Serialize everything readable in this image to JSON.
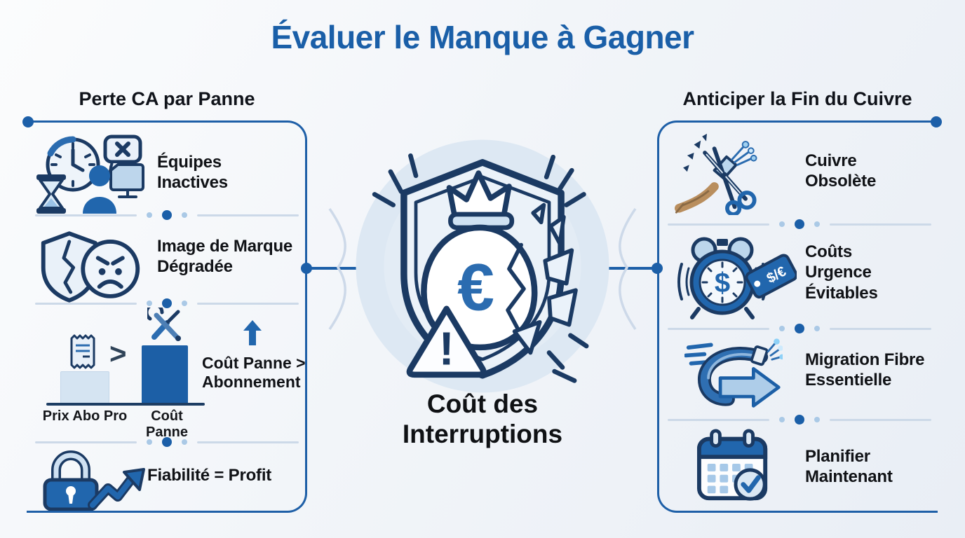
{
  "title": "Évaluer le Manque à Gagner",
  "center": {
    "label": "Coût des\nInterruptions",
    "euro_symbol": "€",
    "warning_mark": "!"
  },
  "left_panel": {
    "title": "Perte CA par Panne",
    "items": [
      {
        "icon": "idle-teams-icon",
        "label": "Équipes\nInactives"
      },
      {
        "icon": "damaged-brand-icon",
        "label": "Image de Marque\nDégradée"
      },
      {
        "icon": "lock-growth-icon",
        "label": "Fiabilité = Profit"
      }
    ],
    "chart": {
      "type": "bar",
      "categories": [
        "Prix Abo Pro",
        "Coût Panne"
      ],
      "relative_values": [
        0.45,
        0.8
      ],
      "comparison_symbol": ">",
      "annotation": "Coût Panne >\nAbonnement"
    }
  },
  "right_panel": {
    "title": "Anticiper la Fin du Cuivre",
    "clock_symbol": "$",
    "tag_text": "$/€",
    "items": [
      {
        "icon": "copper-cut-icon",
        "label": "Cuivre\nObsolète"
      },
      {
        "icon": "urgent-cost-icon",
        "label": "Coûts\nUrgence\nÉvitables"
      },
      {
        "icon": "fiber-migration-icon",
        "label": "Migration Fibre\nEssentielle"
      },
      {
        "icon": "calendar-check-icon",
        "label": "Planifier\nMaintenant"
      }
    ]
  },
  "colors": {
    "accent_blue": "#1a5fa8",
    "navy_outline": "#1b3a63",
    "light_blue_fill": "#cfe0f1",
    "panel_border": "#1e5fa7",
    "text_black": "#101216",
    "background": "#f2f5f9"
  }
}
